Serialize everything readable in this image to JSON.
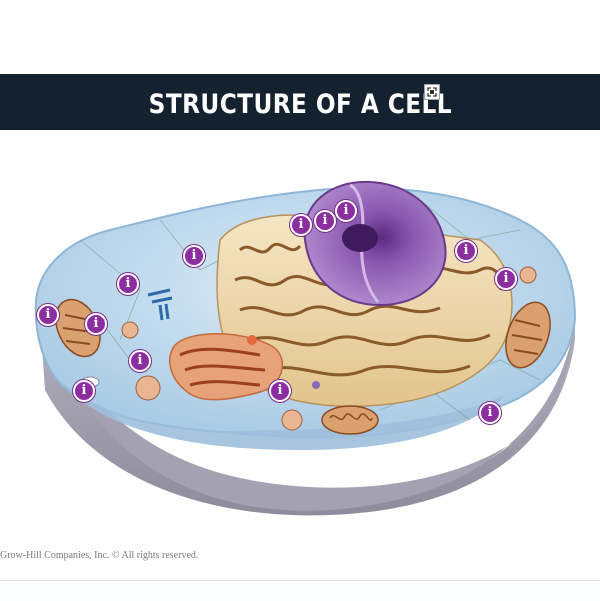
{
  "banner": {
    "title": "STRUCTURE OF A CELL"
  },
  "copyright": "Grow-Hill Companies, Inc. © All rights reserved.",
  "hotspots": [
    {
      "label": "i"
    },
    {
      "label": "i"
    },
    {
      "label": "i"
    },
    {
      "label": "i"
    },
    {
      "label": "i"
    },
    {
      "label": "i"
    },
    {
      "label": "i"
    },
    {
      "label": "i"
    },
    {
      "label": "i"
    },
    {
      "label": "i"
    },
    {
      "label": "i"
    },
    {
      "label": "i"
    },
    {
      "label": "i"
    },
    {
      "label": "i"
    }
  ],
  "colors": {
    "banner": "#14222f",
    "hotspot": "#8b2fa0",
    "cytoplasm": "#bcd8ec",
    "nucleus": "#8d5bb0",
    "membrane": "#9c9aa8"
  }
}
